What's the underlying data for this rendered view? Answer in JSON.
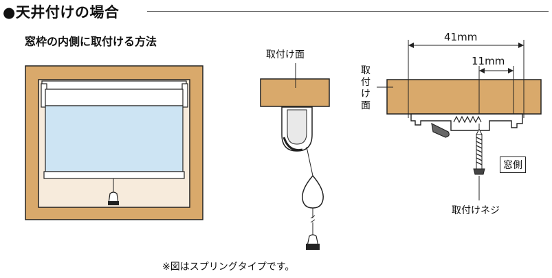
{
  "title": "●天井付けの場合",
  "subtitle": "窓枠の内側に取付ける方法",
  "labels": {
    "mount_surface": "取付け面",
    "mount_surface_vertical": "取付け面",
    "window_side": "窓側",
    "mounting_screw": "取付けネジ"
  },
  "dimensions": {
    "overall": "41mm",
    "screw_offset": "11mm"
  },
  "footnote": "※図はスプリングタイプです。",
  "colors": {
    "wood": "#D9A96B",
    "frame_inner": "#F7EBDC",
    "blind": "#CDE4F3",
    "line": "#222222"
  }
}
